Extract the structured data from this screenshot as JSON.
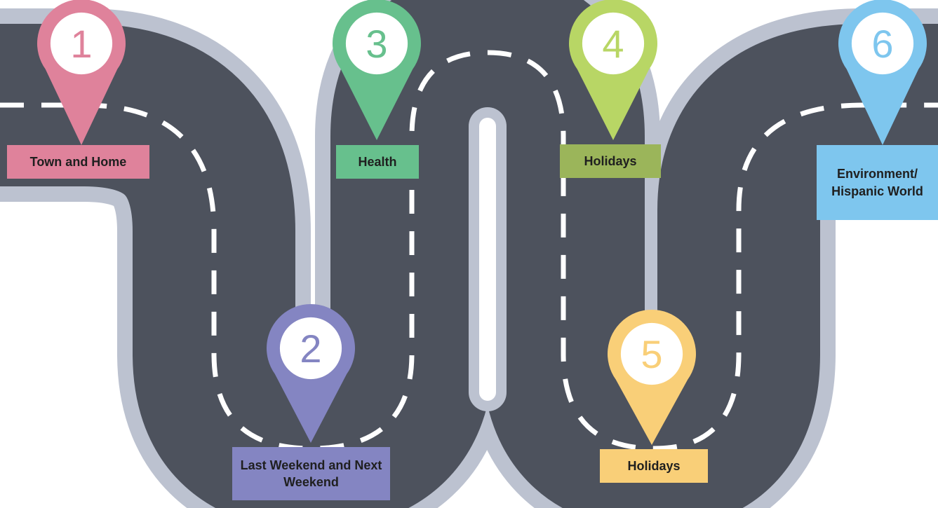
{
  "colors": {
    "road": "#4d525d",
    "road_edge": "#bcc2d0",
    "dash": "#ffffff"
  },
  "stops": [
    {
      "number": "1",
      "label": "Town and Home",
      "pin_color": "#df829b",
      "box_color": "#df829b"
    },
    {
      "number": "2",
      "label": "Last Weekend and Next Weekend",
      "pin_color": "#8485c2",
      "box_color": "#8485c2"
    },
    {
      "number": "3",
      "label": "Health",
      "pin_color": "#67c08d",
      "box_color": "#67c08d"
    },
    {
      "number": "4",
      "label": "Holidays",
      "pin_color": "#b8d665",
      "box_color": "#9bb55a"
    },
    {
      "number": "5",
      "label": "Holidays",
      "pin_color": "#f9cf78",
      "box_color": "#f9cf78"
    },
    {
      "number": "6",
      "label": "Environment/ Hispanic World",
      "pin_color": "#7ec6ee",
      "box_color": "#7ec6ee"
    }
  ]
}
